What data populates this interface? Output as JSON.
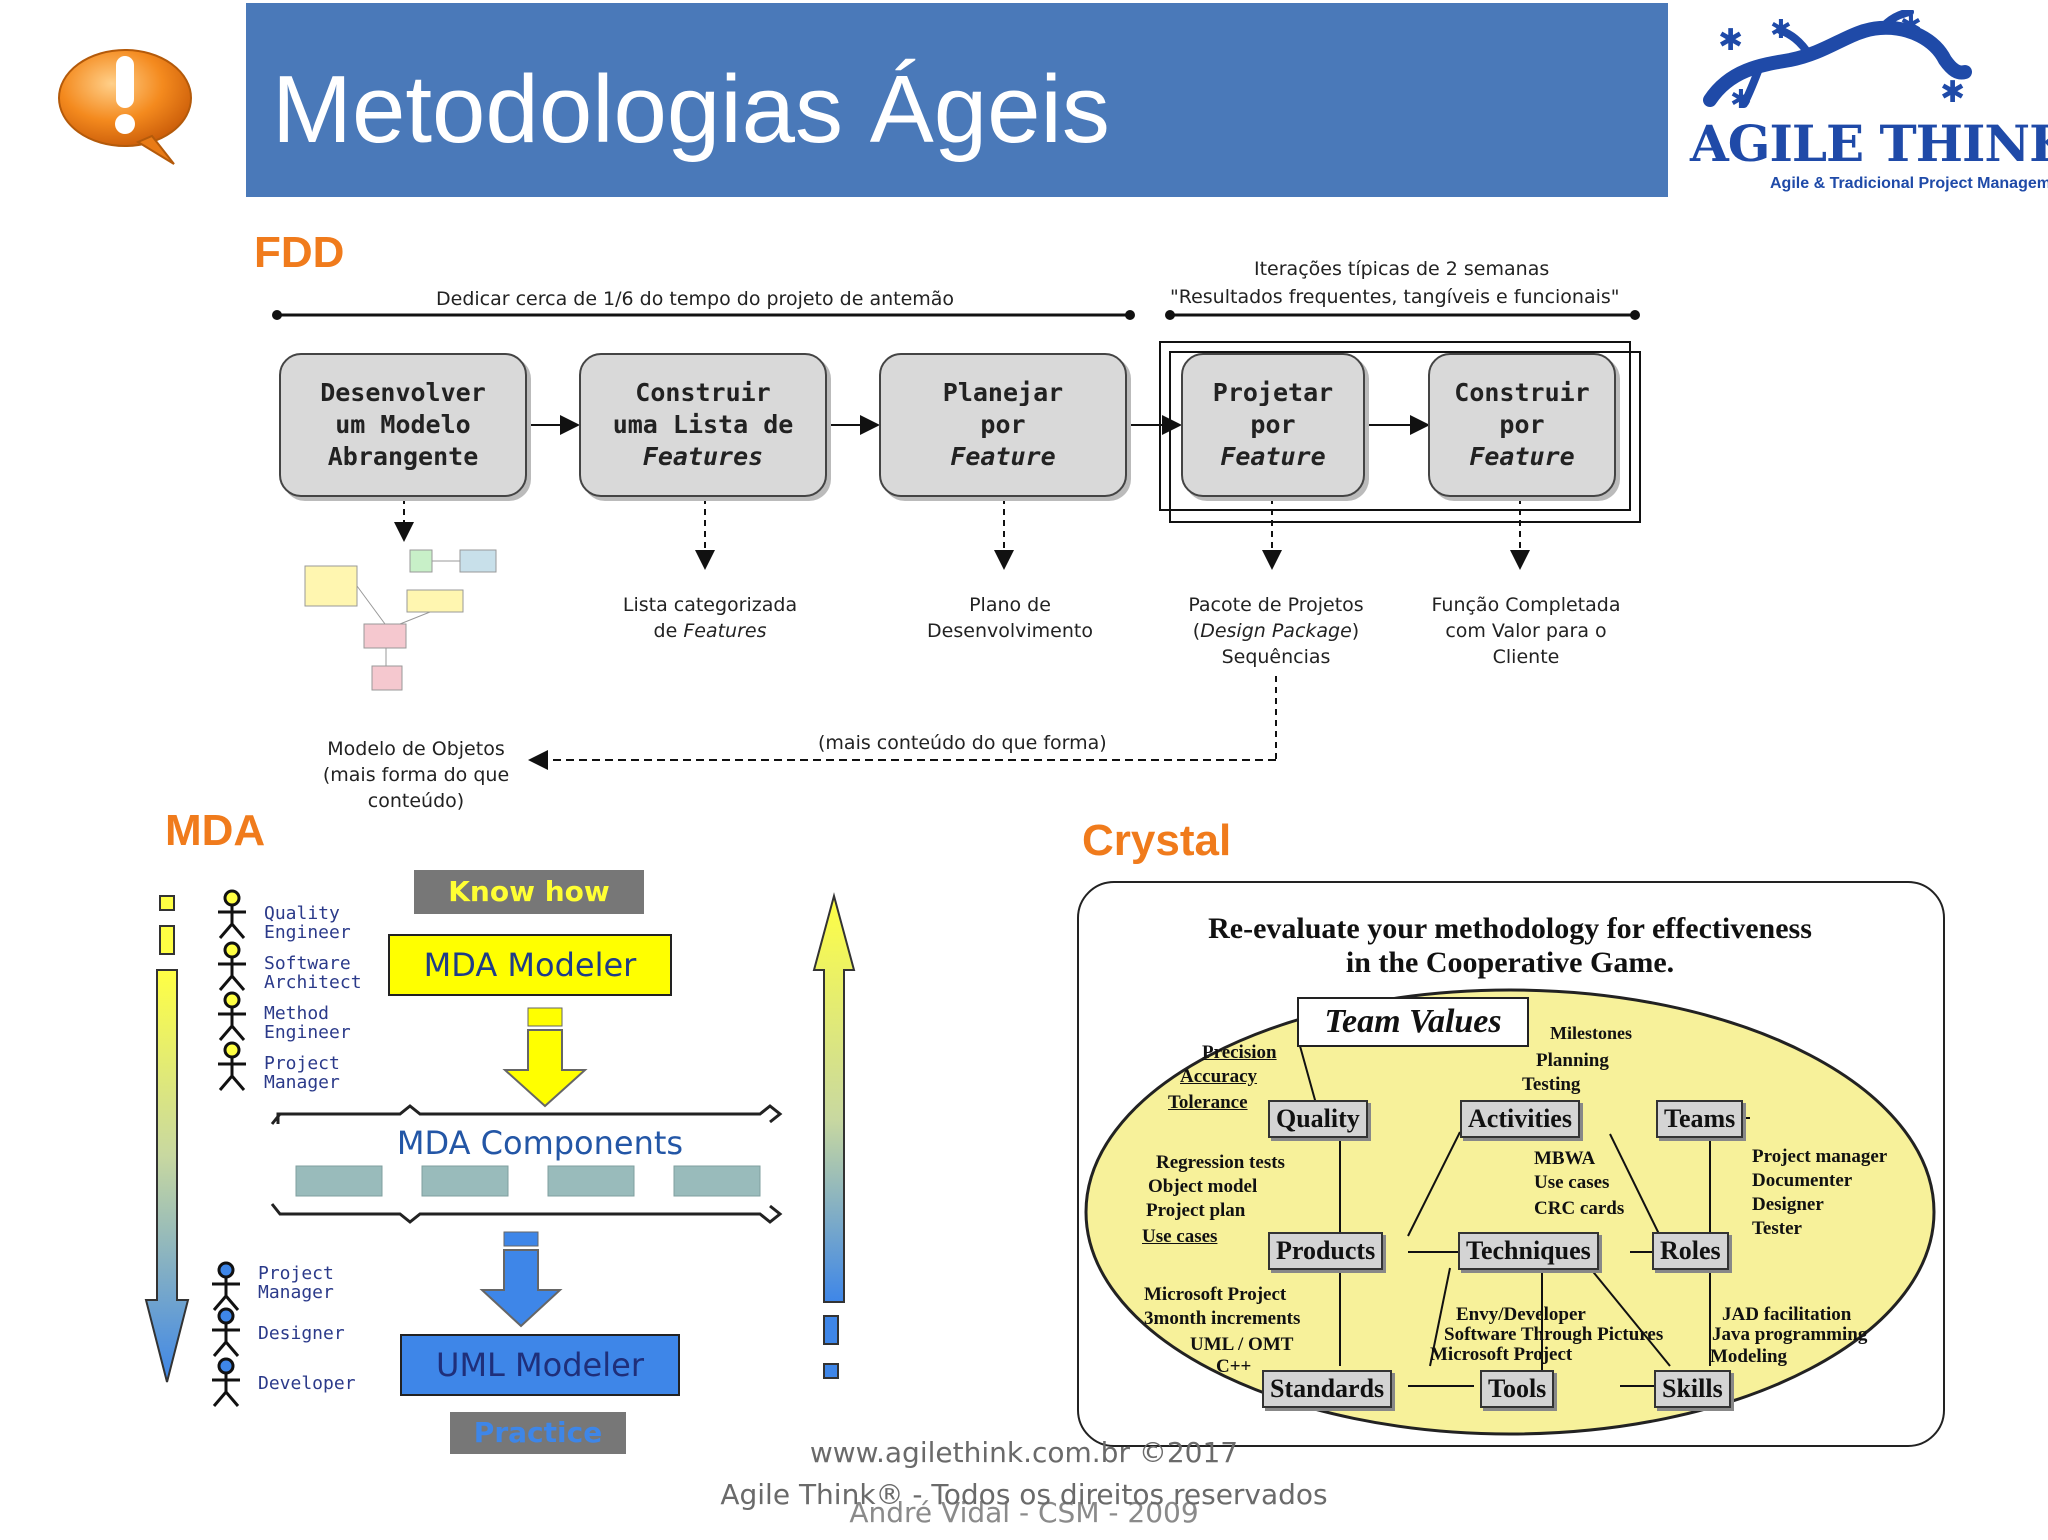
{
  "header": {
    "title": "Metodologias Ágeis",
    "logo_name": "AGILE THINK",
    "logo_tagline": "Agile & Tradicional Project Management"
  },
  "fdd": {
    "section_title": "FDD",
    "span1_label": "Dedicar cerca de 1/6 do tempo do projeto de antemão",
    "span2_label_line1": "Iterações típicas de 2 semanas",
    "span2_label_line2": "\"Resultados frequentes, tangíveis e funcionais\"",
    "boxes": [
      {
        "l1": "Desenvolver",
        "l2": "um Modelo",
        "l3": "Abrangente"
      },
      {
        "l1": "Construir",
        "l2": "uma Lista de",
        "l3": "Features"
      },
      {
        "l1": "Planejar",
        "l2": "por",
        "l3": "Feature"
      },
      {
        "l1": "Projetar",
        "l2": "por",
        "l3": "Feature"
      },
      {
        "l1": "Construir",
        "l2": "por",
        "l3": "Feature"
      }
    ],
    "outputs": [
      {
        "l1": "Lista categorizada",
        "l2a": "de ",
        "l2b": "Features",
        "l3": ""
      },
      {
        "l1": "Plano de",
        "l2a": "Desenvolvimento",
        "l2b": "",
        "l3": ""
      },
      {
        "l1": "Pacote de Projetos",
        "l2a": "(",
        "l2b": "Design Package",
        "l2c": ")",
        "l3": "Sequências"
      },
      {
        "l1": "Função Completada",
        "l2a": "com Valor para o",
        "l2b": "",
        "l3": "Cliente"
      }
    ],
    "model_note_l1": "Modelo de Objetos",
    "model_note_l2": "(mais forma do que",
    "model_note_l3": "conteúdo)",
    "feedback_label": "(mais conteúdo do que forma)"
  },
  "mda": {
    "section_title": "MDA",
    "know_how": "Know how",
    "practice": "Practice",
    "modeler": "MDA Modeler",
    "components": "MDA Components",
    "uml_modeler": "UML Modeler",
    "top_roles": [
      {
        "l1": "Quality",
        "l2": "Engineer"
      },
      {
        "l1": "Software",
        "l2": "Architect"
      },
      {
        "l1": "Method",
        "l2": "Engineer"
      },
      {
        "l1": "Project",
        "l2": "Manager"
      }
    ],
    "bottom_roles": [
      {
        "l1": "Project",
        "l2": "Manager"
      },
      {
        "l1": "Designer",
        "l2": ""
      },
      {
        "l1": "Developer",
        "l2": ""
      }
    ]
  },
  "crystal": {
    "section_title": "Crystal",
    "heading_l1": "Re-evaluate your methodology for effectiveness",
    "heading_l2": "in the Cooperative Game.",
    "team_values": "Team Values",
    "nodes": {
      "quality": "Quality",
      "activities": "Activities",
      "teams": "Teams",
      "products": "Products",
      "techniques": "Techniques",
      "roles": "Roles",
      "standards": "Standards",
      "tools": "Tools",
      "skills": "Skills"
    },
    "labels": {
      "precision": "Precision",
      "accuracy": "Accuracy",
      "tolerance": "Tolerance",
      "milestones": "Milestones",
      "planning": "Planning",
      "testing": "Testing",
      "regression": "Regression tests",
      "object_model": "Object model",
      "project_plan": "Project plan",
      "use_cases": "Use cases",
      "mbwa": "MBWA",
      "use_cases2": "Use cases",
      "crc": "CRC cards",
      "pm": "Project manager",
      "documenter": "Documenter",
      "designer": "Designer",
      "tester": "Tester",
      "ms_project": "Microsoft Project",
      "increments": "3month increments",
      "uml_omt": "UML / OMT",
      "cpp": "C++",
      "envy": "Envy/Developer",
      "stp": "Software Through Pictures",
      "ms_project2": "Microsoft Project",
      "jad": "JAD facilitation",
      "java": "Java programming",
      "modeling": "Modeling"
    }
  },
  "footer": {
    "line1": "www.agilethink.com.br ©2017",
    "line2": "Agile Think® - Todos os direitos reservados",
    "line3": "André Vidal - CSM - 2009"
  },
  "colors": {
    "header_blue": "#4a79b9",
    "section_orange": "#f07b1c",
    "crystal_yellow": "#f7f19a",
    "mda_yellow": "#ffff00",
    "mda_blue": "#3e86e8"
  }
}
